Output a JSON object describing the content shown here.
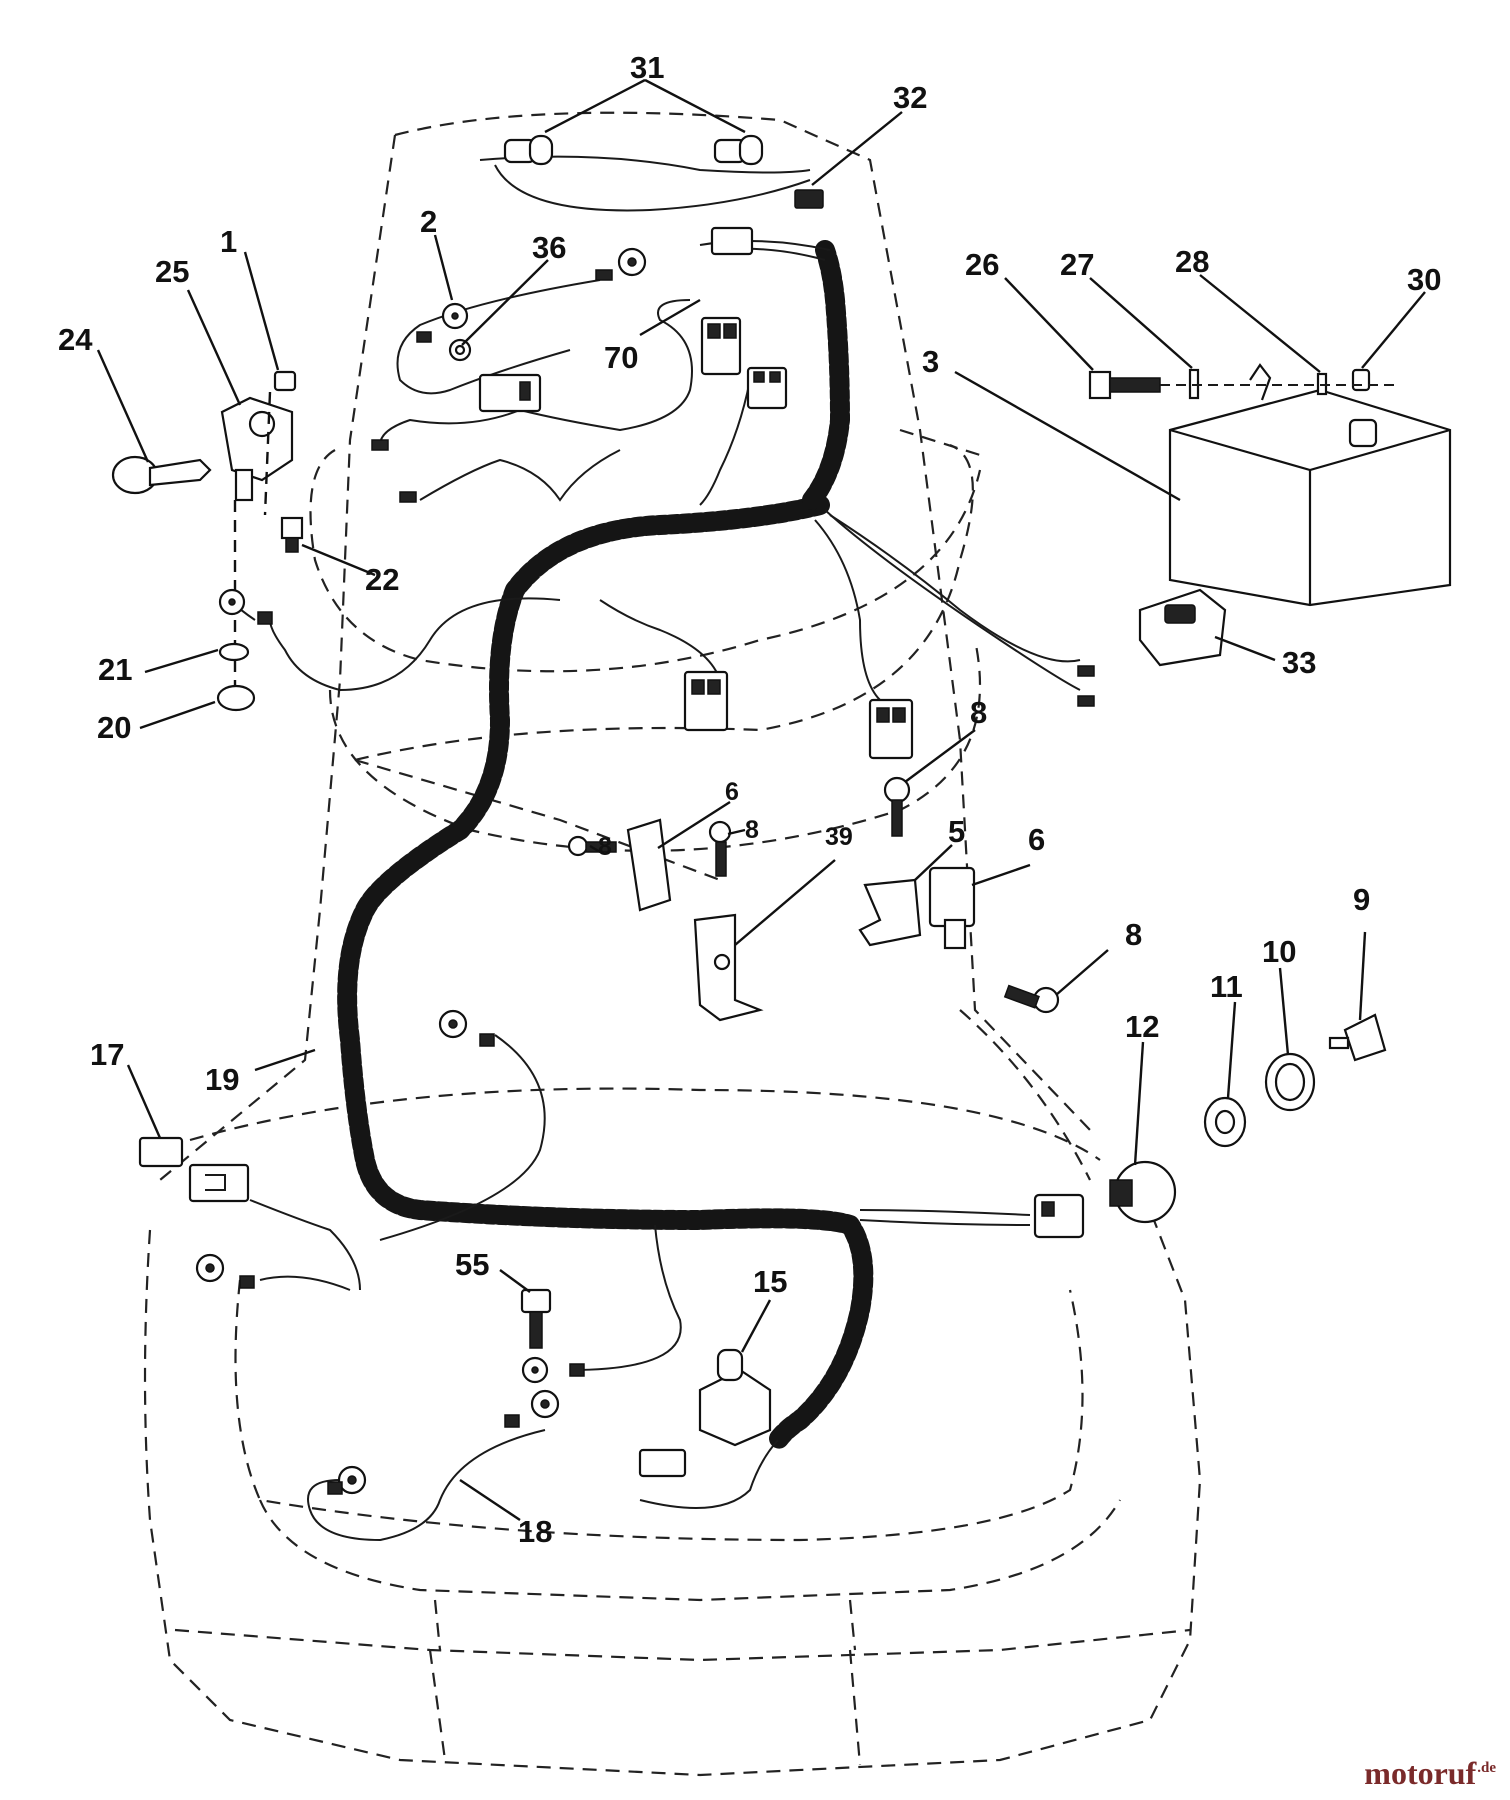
{
  "callouts": {
    "c1": "1",
    "c2": "2",
    "c3": "3",
    "c5": "5",
    "c6a": "6",
    "c6b": "6",
    "c8a": "8",
    "c8b": "8",
    "c8c": "8",
    "c8d": "8",
    "c9": "9",
    "c10": "10",
    "c11": "11",
    "c12": "12",
    "c15": "15",
    "c17": "17",
    "c18": "18",
    "c19": "19",
    "c20": "20",
    "c21": "21",
    "c22": "22",
    "c24": "24",
    "c25": "25",
    "c26": "26",
    "c27": "27",
    "c28": "28",
    "c30": "30",
    "c31": "31",
    "c32": "32",
    "c33": "33",
    "c36": "36",
    "c39": "39",
    "c55": "55",
    "c70": "70"
  },
  "watermark": {
    "name": "motoruf",
    "tld": ".de",
    "color": "#7a2a2a"
  },
  "colors": {
    "line": "#111111",
    "background": "#ffffff"
  }
}
